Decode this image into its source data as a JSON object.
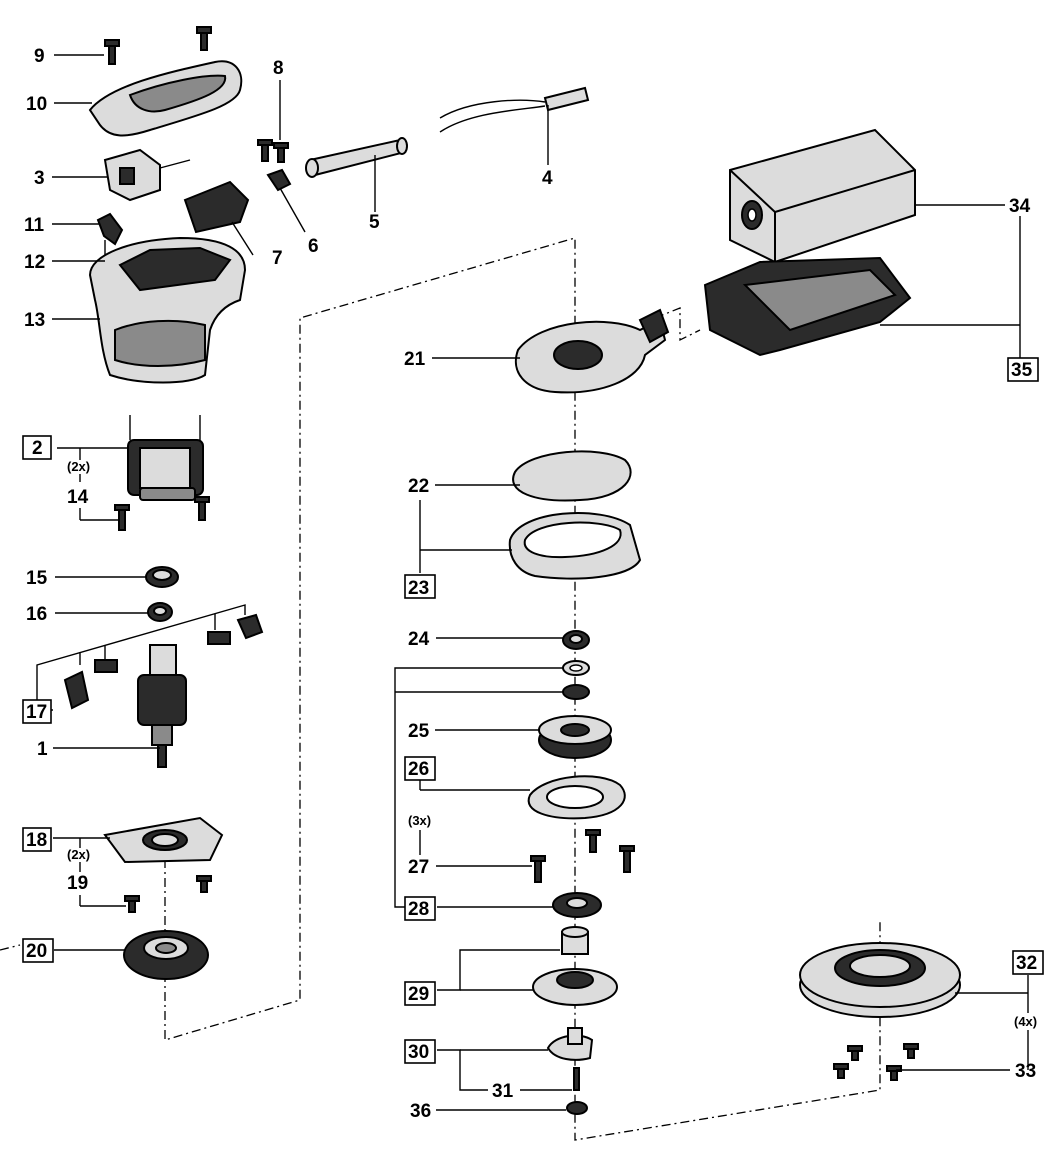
{
  "labels": {
    "p1": "1",
    "p2": "2",
    "p3": "3",
    "p4": "4",
    "p5": "5",
    "p6": "6",
    "p7": "7",
    "p8": "8",
    "p9": "9",
    "p10": "10",
    "p11": "11",
    "p12": "12",
    "p13": "13",
    "p14": "14",
    "p15": "15",
    "p16": "16",
    "p17": "17",
    "p18": "18",
    "p19": "19",
    "p20": "20",
    "p21": "21",
    "p22": "22",
    "p23": "23",
    "p24": "24",
    "p25": "25",
    "p26": "26",
    "p27": "27",
    "p28": "28",
    "p29": "29",
    "p30": "30",
    "p31": "31",
    "p32": "32",
    "p33": "33",
    "p34": "34",
    "p35": "35",
    "p36": "36"
  },
  "quantities": {
    "q2": "(2x)",
    "q18": "(2x)",
    "q26": "(3x)",
    "q32": "(4x)"
  }
}
